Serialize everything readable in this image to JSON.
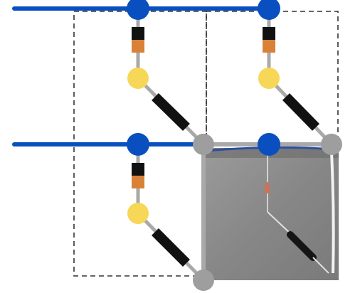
{
  "colors": {
    "wire": "#0a4fbf",
    "node": "#0a4fbf",
    "rod": "#a9a9a9",
    "joint": "#9e9e9e",
    "yellow_joint": "#f6d757",
    "capacitor_black": "#111111",
    "capacitor_orange": "#d98137",
    "resistor": "#111111",
    "dashed_cell": "#333333",
    "photo_background": "#8c8c8c"
  },
  "components": {
    "horizontal_wires": [
      "top-wire",
      "middle-wire"
    ],
    "junction_nodes": 4,
    "unit_cells": 3,
    "photo_inset": "physical-prototype-photo"
  }
}
